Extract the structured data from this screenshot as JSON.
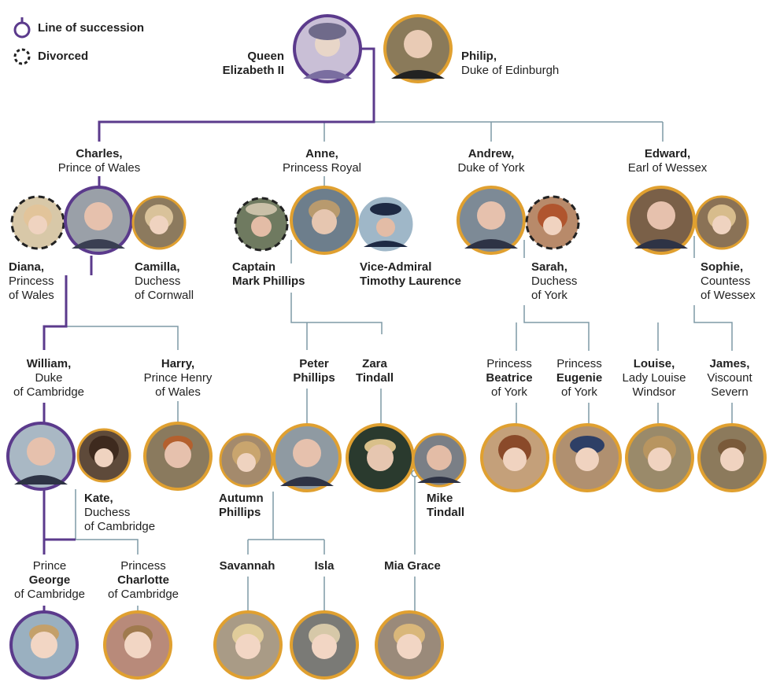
{
  "legend": {
    "succession_label": "Line of succession",
    "divorced_label": "Divorced",
    "succession_color": "#5b3a8c",
    "spouse_color": "#e0a030",
    "line_color": "#7f9aa6"
  },
  "people": {
    "queen": {
      "l1": "Queen",
      "l1b": "",
      "l2": "",
      "l3": "",
      "name": "Elizabeth II"
    },
    "philip": {
      "name": "Philip,",
      "l2": "Duke of Edinburgh"
    },
    "charles": {
      "name": "Charles,",
      "l2": "Prince of Wales"
    },
    "anne": {
      "name": "Anne,",
      "l2": "Princess Royal"
    },
    "andrew": {
      "name": "Andrew,",
      "l2": "Duke of York"
    },
    "edward": {
      "name": "Edward,",
      "l2": "Earl of Wessex"
    },
    "diana": {
      "name": "Diana,",
      "l2": "Princess",
      "l3": "of Wales"
    },
    "camilla": {
      "name": "Camilla,",
      "l2": "Duchess",
      "l3": "of Cornwall"
    },
    "mark": {
      "l1": "Captain",
      "l2": "Mark Phillips"
    },
    "timothy": {
      "l1": "Vice-Admiral",
      "l2": "Timothy Laurence"
    },
    "sarah": {
      "name": "Sarah,",
      "l2": "Duchess",
      "l3": "of York"
    },
    "sophie": {
      "name": "Sophie,",
      "l2": "Countess",
      "l3": "of Wessex"
    },
    "william": {
      "name": "William,",
      "l2": "Duke",
      "l3": "of Cambridge"
    },
    "harry": {
      "name": "Harry,",
      "l2": "Prince Henry",
      "l3": "of Wales"
    },
    "peter": {
      "l1": "Peter",
      "l2": "Phillips"
    },
    "zara": {
      "l1": "Zara",
      "l2": "Tindall"
    },
    "beatrice": {
      "l1": "Princess",
      "l2": "Beatrice",
      "l3": "of York"
    },
    "eugenie": {
      "l1": "Princess",
      "l2": "Eugenie",
      "l3": "of York"
    },
    "louise": {
      "name": "Louise,",
      "l2": "Lady Louise",
      "l3": "Windsor"
    },
    "james": {
      "name": "James,",
      "l2": "Viscount",
      "l3": "Severn"
    },
    "kate": {
      "name": "Kate,",
      "l2": "Duchess",
      "l3": "of Cambridge"
    },
    "autumn": {
      "l1": "Autumn",
      "l2": "Phillips"
    },
    "mike": {
      "l1": "Mike",
      "l2": "Tindall"
    },
    "george": {
      "l1": "Prince",
      "l2": "George",
      "l3": "of Cambridge"
    },
    "charlotte": {
      "l1": "Princess",
      "l2": "Charlotte",
      "l3": "of Cambridge"
    },
    "savannah": {
      "l1": "Savannah"
    },
    "isla": {
      "l1": "Isla"
    },
    "mia": {
      "l1": "Mia Grace"
    }
  }
}
